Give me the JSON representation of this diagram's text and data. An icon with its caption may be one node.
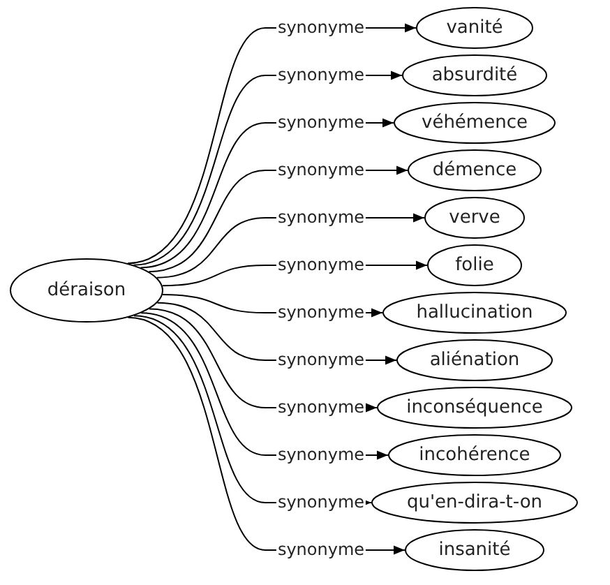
{
  "diagram": {
    "nodes": [
      {
        "text": [
          "déraison"
        ]
      },
      {
        "text": [
          "vanité"
        ]
      },
      {
        "text": [
          "absurdité"
        ]
      },
      {
        "text": [
          "véhémence"
        ]
      },
      {
        "text": [
          "démence"
        ]
      },
      {
        "text": [
          "verve"
        ]
      },
      {
        "text": [
          "folie"
        ]
      },
      {
        "text": [
          "hallucination"
        ]
      },
      {
        "text": [
          "aliénation"
        ]
      },
      {
        "text": [
          "inconséquence"
        ]
      },
      {
        "text": [
          "incohérence"
        ]
      },
      {
        "text": [
          "qu'en-dira-t-on"
        ]
      },
      {
        "text": [
          "insanité"
        ]
      }
    ],
    "edges": [
      {
        "from": 0,
        "to": 1,
        "arrow": "to",
        "label": "synonyme"
      },
      {
        "from": 0,
        "to": 2,
        "arrow": "to",
        "label": "synonyme"
      },
      {
        "from": 0,
        "to": 3,
        "arrow": "to",
        "label": "synonyme"
      },
      {
        "from": 0,
        "to": 4,
        "arrow": "to",
        "label": "synonyme"
      },
      {
        "from": 0,
        "to": 5,
        "arrow": "to",
        "label": "synonyme"
      },
      {
        "from": 0,
        "to": 6,
        "arrow": "to",
        "label": "synonyme"
      },
      {
        "from": 0,
        "to": 7,
        "arrow": "to",
        "label": "synonyme"
      },
      {
        "from": 0,
        "to": 8,
        "arrow": "to",
        "label": "synonyme"
      },
      {
        "from": 0,
        "to": 9,
        "arrow": "to",
        "label": "synonyme"
      },
      {
        "from": 0,
        "to": 10,
        "arrow": "to",
        "label": "synonyme"
      },
      {
        "from": 0,
        "to": 11,
        "arrow": "to",
        "label": "synonyme"
      },
      {
        "from": 0,
        "to": 12,
        "arrow": "to",
        "label": "synonyme"
      }
    ]
  }
}
